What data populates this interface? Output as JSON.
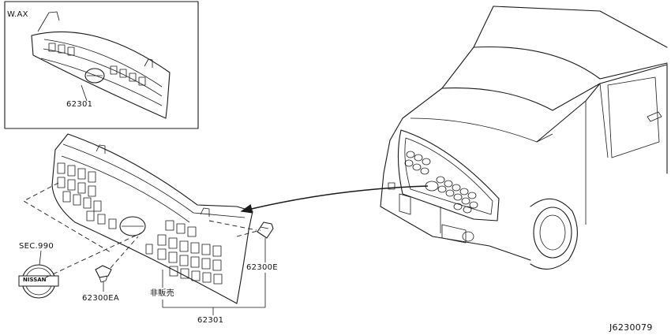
{
  "inset": {
    "variant_label": "W.AX",
    "part_number": "62301"
  },
  "labels": {
    "sec_ref": "SEC.990",
    "emblem_text": "NISSAN",
    "clip_left": "62300EA",
    "clip_right": "62300E",
    "not_for_sale": "非販売",
    "grille_part": "62301"
  },
  "diagram_id": "J6230079"
}
